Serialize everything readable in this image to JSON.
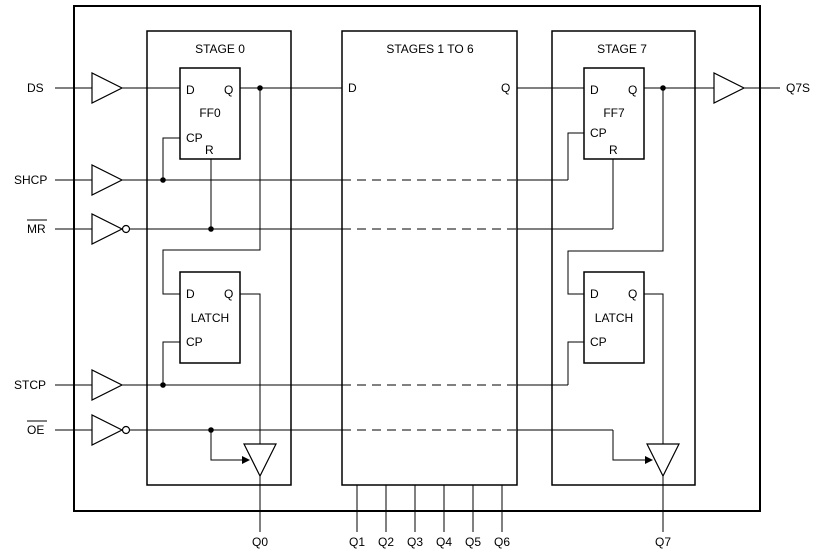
{
  "inputs": {
    "ds": "DS",
    "shcp": "SHCP",
    "mr": "MR",
    "stcp": "STCP",
    "oe": "OE"
  },
  "stage0": {
    "title": "STAGE 0",
    "ff_name": "FF0",
    "latch_name": "LATCH"
  },
  "middle": {
    "title": "STAGES 1 TO 6",
    "pin_d": "D",
    "pin_q": "Q"
  },
  "stage7": {
    "title": "STAGE 7",
    "ff_name": "FF7",
    "latch_name": "LATCH"
  },
  "pins": {
    "d": "D",
    "q": "Q",
    "cp": "CP",
    "r": "R"
  },
  "outputs": {
    "q7s": "Q7S",
    "bottom": [
      "Q0",
      "Q1",
      "Q2",
      "Q3",
      "Q4",
      "Q5",
      "Q6",
      "Q7"
    ]
  }
}
